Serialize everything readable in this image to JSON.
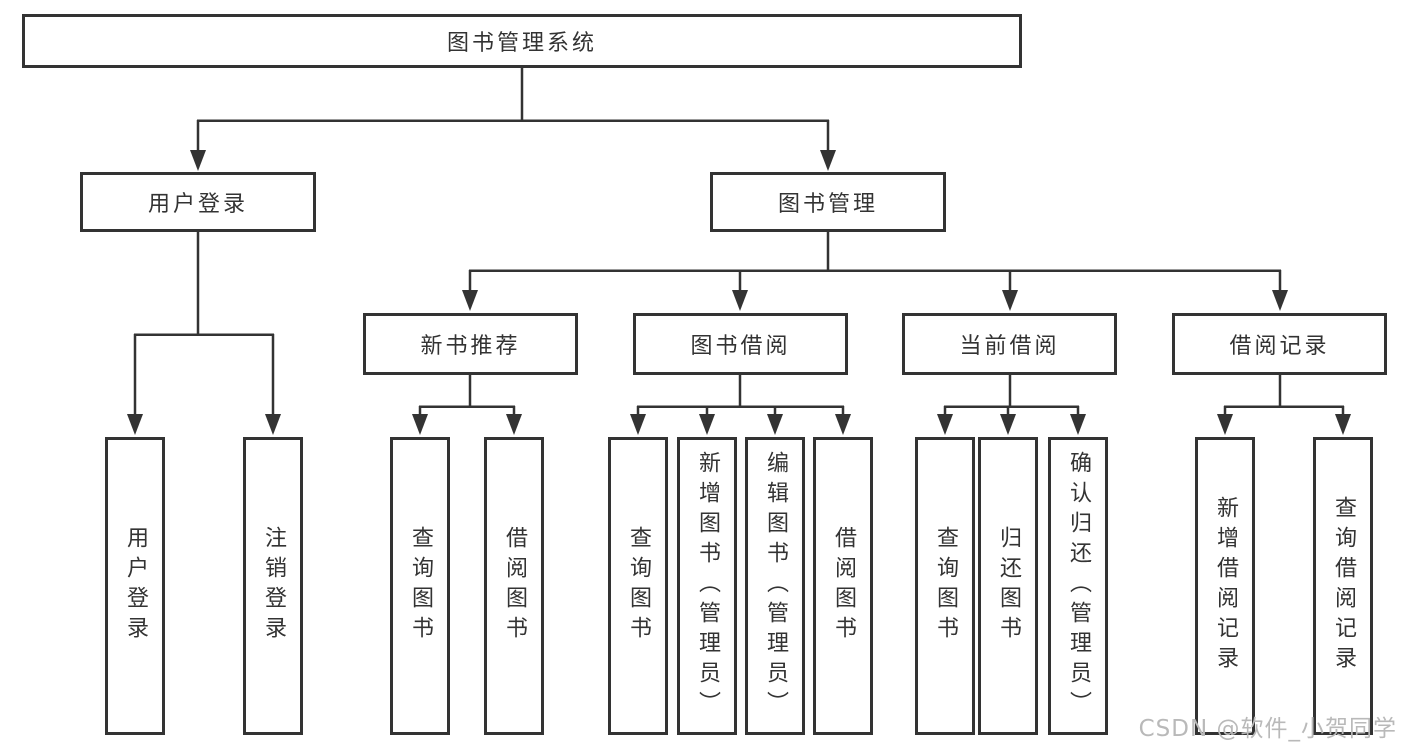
{
  "tree": {
    "root": {
      "label": "图书管理系统",
      "children": [
        {
          "label": "用户登录",
          "children": [
            {
              "label": "用户登录"
            },
            {
              "label": "注销登录"
            }
          ]
        },
        {
          "label": "图书管理",
          "children": [
            {
              "label": "新书推荐",
              "children": [
                {
                  "label": "查询图书"
                },
                {
                  "label": "借阅图书"
                }
              ]
            },
            {
              "label": "图书借阅",
              "children": [
                {
                  "label": "查询图书"
                },
                {
                  "label": "新增图书（管理员）"
                },
                {
                  "label": "编辑图书（管理员）"
                },
                {
                  "label": "借阅图书"
                }
              ]
            },
            {
              "label": "当前借阅",
              "children": [
                {
                  "label": "查询图书"
                },
                {
                  "label": "归还图书"
                },
                {
                  "label": "确认归还（管理员）"
                }
              ]
            },
            {
              "label": "借阅记录",
              "children": [
                {
                  "label": "新增借阅记录"
                },
                {
                  "label": "查询借阅记录"
                }
              ]
            }
          ]
        }
      ]
    }
  },
  "watermark": {
    "text": "CSDN @软件_小贺同学"
  },
  "colors": {
    "line": "#333333",
    "box_border": "#333333",
    "background": "#ffffff",
    "watermark": "#b9b9b9"
  }
}
